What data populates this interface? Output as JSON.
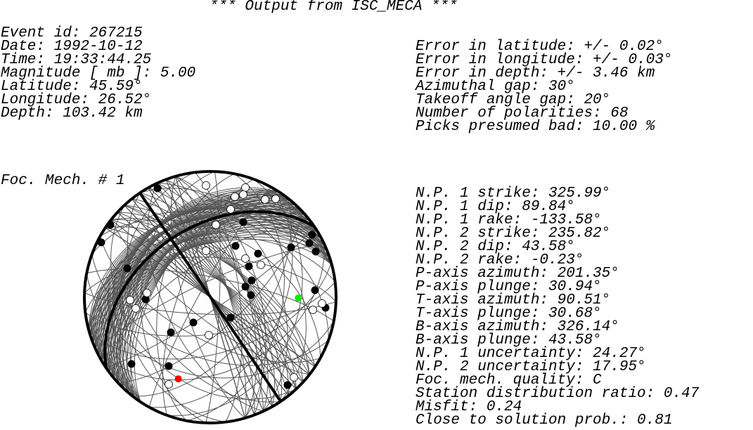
{
  "header": {
    "title": "*** Output from ISC_MECA ***"
  },
  "event_info": [
    "Event id: 267215",
    "Date: 1992-10-12",
    "Time: 19:33:44.25",
    "Magnitude [ mb ]: 5.00",
    "Latitude: 45.59°",
    "Longitude: 26.52°",
    "Depth: 103.42 km"
  ],
  "error_info": [
    "Error in latitude: +/- 0.02°",
    "Error in longitude: +/- 0.03°",
    "Error in depth: +/- 3.46 km",
    "Azimuthal gap: 30°",
    "Takeoff angle gap: 20°",
    "Number of polarities: 68",
    "Picks presumed bad: 10.00 %"
  ],
  "mechanism": {
    "label": "Foc. Mech. # 1",
    "params": [
      "N.P. 1 strike: 325.99°",
      "N.P. 1 dip: 89.84°",
      "N.P. 1 rake: -133.58°",
      "N.P. 2 strike: 235.82°",
      "N.P. 2 dip: 43.58°",
      "N.P. 2 rake: -0.23°",
      "P-axis azimuth: 201.35°",
      "P-axis plunge: 30.94°",
      "T-axis azimuth: 90.51°",
      "T-axis plunge: 30.68°",
      "B-axis azimuth: 326.14°",
      "B-axis plunge: 43.58°",
      "N.P. 1 uncertainty: 24.27°",
      "N.P. 2 uncertainty: 17.95°",
      "Foc. mech. quality: C",
      "Station distribution ratio: 0.47",
      "Misfit: 0.24",
      "Close to solution prob.: 0.81"
    ]
  },
  "colors": {
    "background": "#ffffff",
    "text": "#000000",
    "uncertainty_curves": "#555555",
    "nodal_planes": "#000000",
    "compression": "#000000",
    "dilatation": "#ffffff",
    "p_axis": "#ff0000",
    "t_axis": "#00ee00"
  }
}
